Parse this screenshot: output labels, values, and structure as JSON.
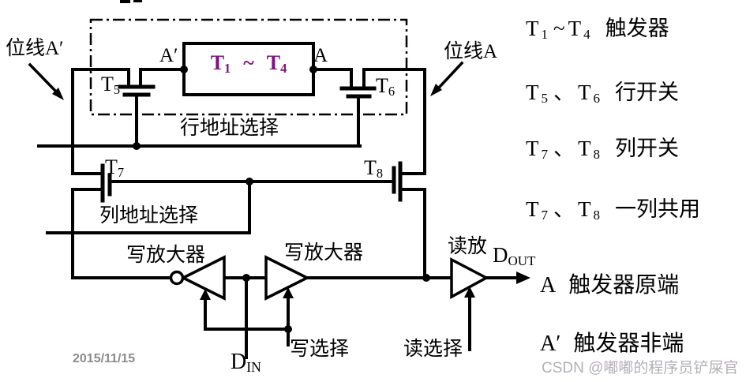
{
  "diagram": {
    "bitline_left": "位线A′",
    "bitline_right": "位线A",
    "node_a_prime": "A′",
    "node_a": "A",
    "cell": {
      "t1": "T",
      "t1_sub": "1",
      "tilde": "~",
      "t4": "T",
      "t4_sub": "4"
    },
    "t5": {
      "t": "T",
      "sub": "5"
    },
    "t6": {
      "t": "T",
      "sub": "6"
    },
    "t7": {
      "t": "T",
      "sub": "7"
    },
    "t8": {
      "t": "T",
      "sub": "8"
    },
    "row_select": "行地址选择",
    "col_select": "列地址选择",
    "write_amp_left": "写放大器",
    "write_amp_right": "写放大器",
    "read_amp": "读放",
    "d_in": {
      "main": "D",
      "sub": "IN"
    },
    "d_out": {
      "main": "D",
      "sub": "OUT"
    },
    "write_select": "写选择",
    "read_select": "读选择"
  },
  "legend": {
    "rows": [
      {
        "t1": "T",
        "s1": "1",
        "sep": "~",
        "t2": "T",
        "s2": "4",
        "label": "触发器"
      },
      {
        "t1": "T",
        "s1": "5",
        "sep": "、",
        "t2": "T",
        "s2": "6",
        "label": "行开关"
      },
      {
        "t1": "T",
        "s1": "7",
        "sep": "、",
        "t2": "T",
        "s2": "8",
        "label": "列开关"
      },
      {
        "t1": "T",
        "s1": "7",
        "sep": "、",
        "t2": "T",
        "s2": "8",
        "label": "一列共用"
      }
    ],
    "node_rows": [
      {
        "lead": "A",
        "label": "触发器原端"
      },
      {
        "lead": "A′",
        "label": "触发器非端"
      }
    ]
  },
  "footer": {
    "date": "2015/11/15",
    "watermark": "CSDN @嘟嘟的程序员铲屎官"
  },
  "colors": {
    "ink": "#000000",
    "cell_text": "#7c1280",
    "muted": "#8b8b8b",
    "watermark": "#b3b0b6"
  }
}
